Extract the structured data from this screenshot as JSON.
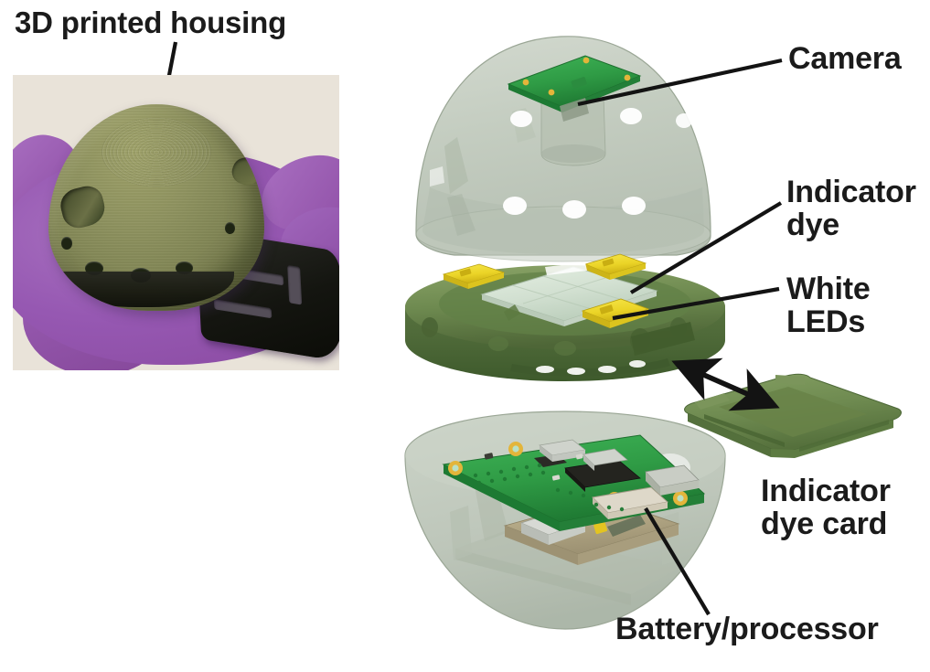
{
  "figure": {
    "type": "exploded-assembly-diagram",
    "description": "Photograph of a handheld 3D printed dome device beside an exploded CAD view of its internal components"
  },
  "panels": {
    "photo": {
      "title": "3D printed housing",
      "subject": "green 3D printed dome device held in a purple gloved hand with black sliding tray extended",
      "colors": {
        "housing_green": "#8b8f5a",
        "glove_purple": "#9b5fb5",
        "background_cream": "#e8e2d8",
        "tray_black": "#17180f"
      }
    },
    "cad": {
      "colors": {
        "translucent_shell": "#b9c2b3",
        "solid_green": "#6e8a50",
        "pcb_green": "#2f9b45",
        "led_yellow": "#ecd72c",
        "dye_card": "#d7e4d6",
        "battery_tan": "#b9ae8a",
        "leader_line": "#131313"
      },
      "components": [
        {
          "id": "top-dome",
          "name": "Top translucent dome shell with vent holes"
        },
        {
          "id": "camera-pcb",
          "name": "Camera circuit board"
        },
        {
          "id": "mid-disc",
          "name": "Green middle optical deck"
        },
        {
          "id": "led-modules",
          "name": "Yellow white-LED modules"
        },
        {
          "id": "dye-window",
          "name": "Indicator dye card window"
        },
        {
          "id": "slide-tray",
          "name": "Removable indicator dye card tray"
        },
        {
          "id": "bottom-dome",
          "name": "Bottom translucent dome shell"
        },
        {
          "id": "main-pcb",
          "name": "Single board computer"
        },
        {
          "id": "battery",
          "name": "Battery board"
        }
      ]
    }
  },
  "labels": [
    {
      "id": "housing",
      "text": "3D printed housing"
    },
    {
      "id": "camera",
      "text": "Camera"
    },
    {
      "id": "dye",
      "text": "Indicator\ndye"
    },
    {
      "id": "leds",
      "text": "White\nLEDs"
    },
    {
      "id": "dye_card",
      "text": "Indicator\ndye card"
    },
    {
      "id": "battery",
      "text": "Battery/processor"
    }
  ]
}
